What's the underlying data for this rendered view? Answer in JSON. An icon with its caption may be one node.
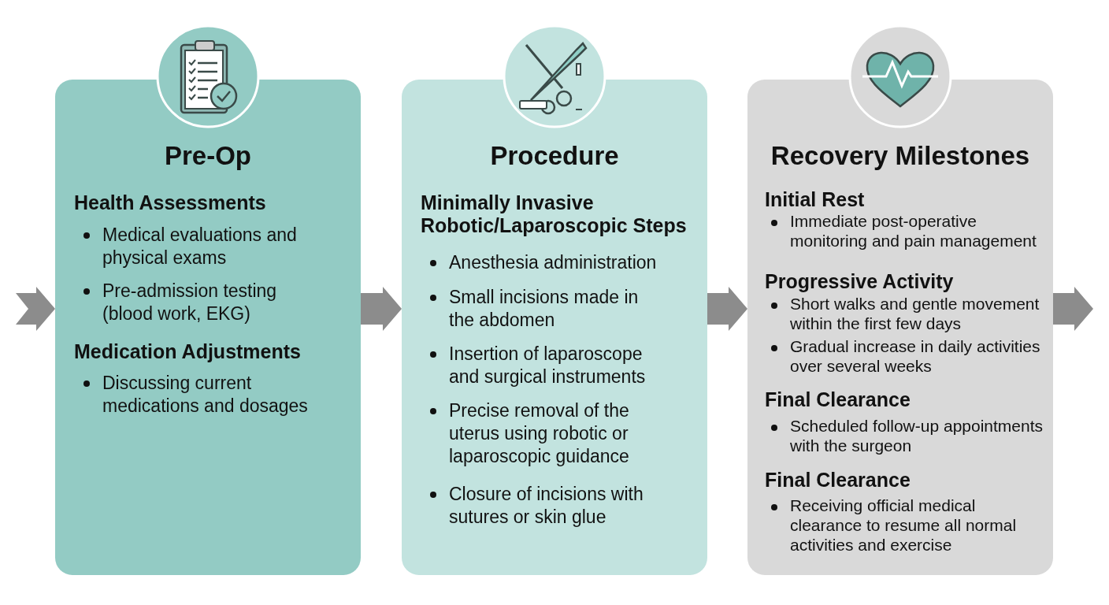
{
  "diagram": {
    "nodes": [
      {
        "text": [
          "Pre-Op",
          "Health Assessments",
          "Medical evaluations and physical exams",
          "Pre-admission testing (blood work, EKG)",
          "Medication Adjustments",
          "Discussing current medications and dosages"
        ]
      },
      {
        "text": [
          "Procedure",
          "Minimally Invasive Robotic/Laparoscopic Steps",
          "Anesthesia administration",
          "Small incisions made in the abdomen",
          "Insertion of laparoscope and surgical instruments",
          "Precise removal of the uterus using robotic or laparoscopic guidance",
          "Closure of incisions with sutures or skin glue"
        ]
      },
      {
        "text": [
          "Recovery Milestones",
          "Initial Rest",
          "Immediate post-operative monitoring and pain management",
          "Progressive Activity",
          "Short walks and gentle movement within the first few days",
          "Gradual increase in daily activities over several weeks",
          "Final Clearance",
          "Scheduled follow-up appointments with the surgeon",
          "Final Clearance",
          "Receiving official medical clearance to resume all normal activities and exercise"
        ]
      }
    ],
    "edges": [
      {
        "from": null,
        "to": 0,
        "arrow": "to"
      },
      {
        "from": 0,
        "to": 1,
        "arrow": "to"
      },
      {
        "from": 1,
        "to": 2,
        "arrow": "to"
      },
      {
        "from": 2,
        "to": null,
        "arrow": "to"
      }
    ]
  }
}
